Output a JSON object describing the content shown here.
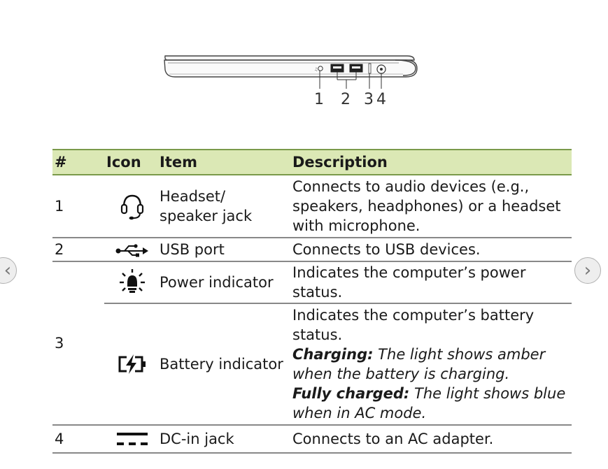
{
  "figure": {
    "callouts": [
      "1",
      "2",
      "3",
      "4"
    ]
  },
  "table": {
    "headers": {
      "num": "#",
      "icon": "Icon",
      "item": "Item",
      "description": "Description"
    },
    "rows": [
      {
        "num": "1",
        "icon": "headset-icon",
        "item": [
          "Headset/",
          "speaker jack"
        ],
        "description": [
          "Connects to audio devices (e.g.,",
          "speakers, headphones) or a headset",
          "with microphone."
        ]
      },
      {
        "num": "2",
        "icon": "usb-icon",
        "item": [
          "USB port"
        ],
        "description": [
          "Connects to USB devices."
        ]
      },
      {
        "num": "3",
        "icon": "power-indicator-icon",
        "item": [
          "Power indicator"
        ],
        "description": [
          "Indicates the computer’s power",
          "status."
        ]
      },
      {
        "num": "3",
        "icon": "battery-charging-icon",
        "item": [
          "Battery indicator"
        ],
        "description": [
          "Indicates the computer’s battery",
          "status."
        ],
        "notes": [
          {
            "label": "Charging:",
            "text": [
              " The light shows amber",
              "when the battery is charging."
            ]
          },
          {
            "label": "Fully charged:",
            "text": [
              " The light shows blue",
              "when in AC mode."
            ]
          }
        ]
      },
      {
        "num": "4",
        "icon": "dc-in-icon",
        "item": [
          "DC-in jack"
        ],
        "description": [
          "Connects to an AC adapter."
        ]
      }
    ]
  },
  "nav": {
    "prev_icon": "chevron-left-icon",
    "next_icon": "chevron-right-icon",
    "prev_glyph": "‹",
    "next_glyph": "›"
  }
}
